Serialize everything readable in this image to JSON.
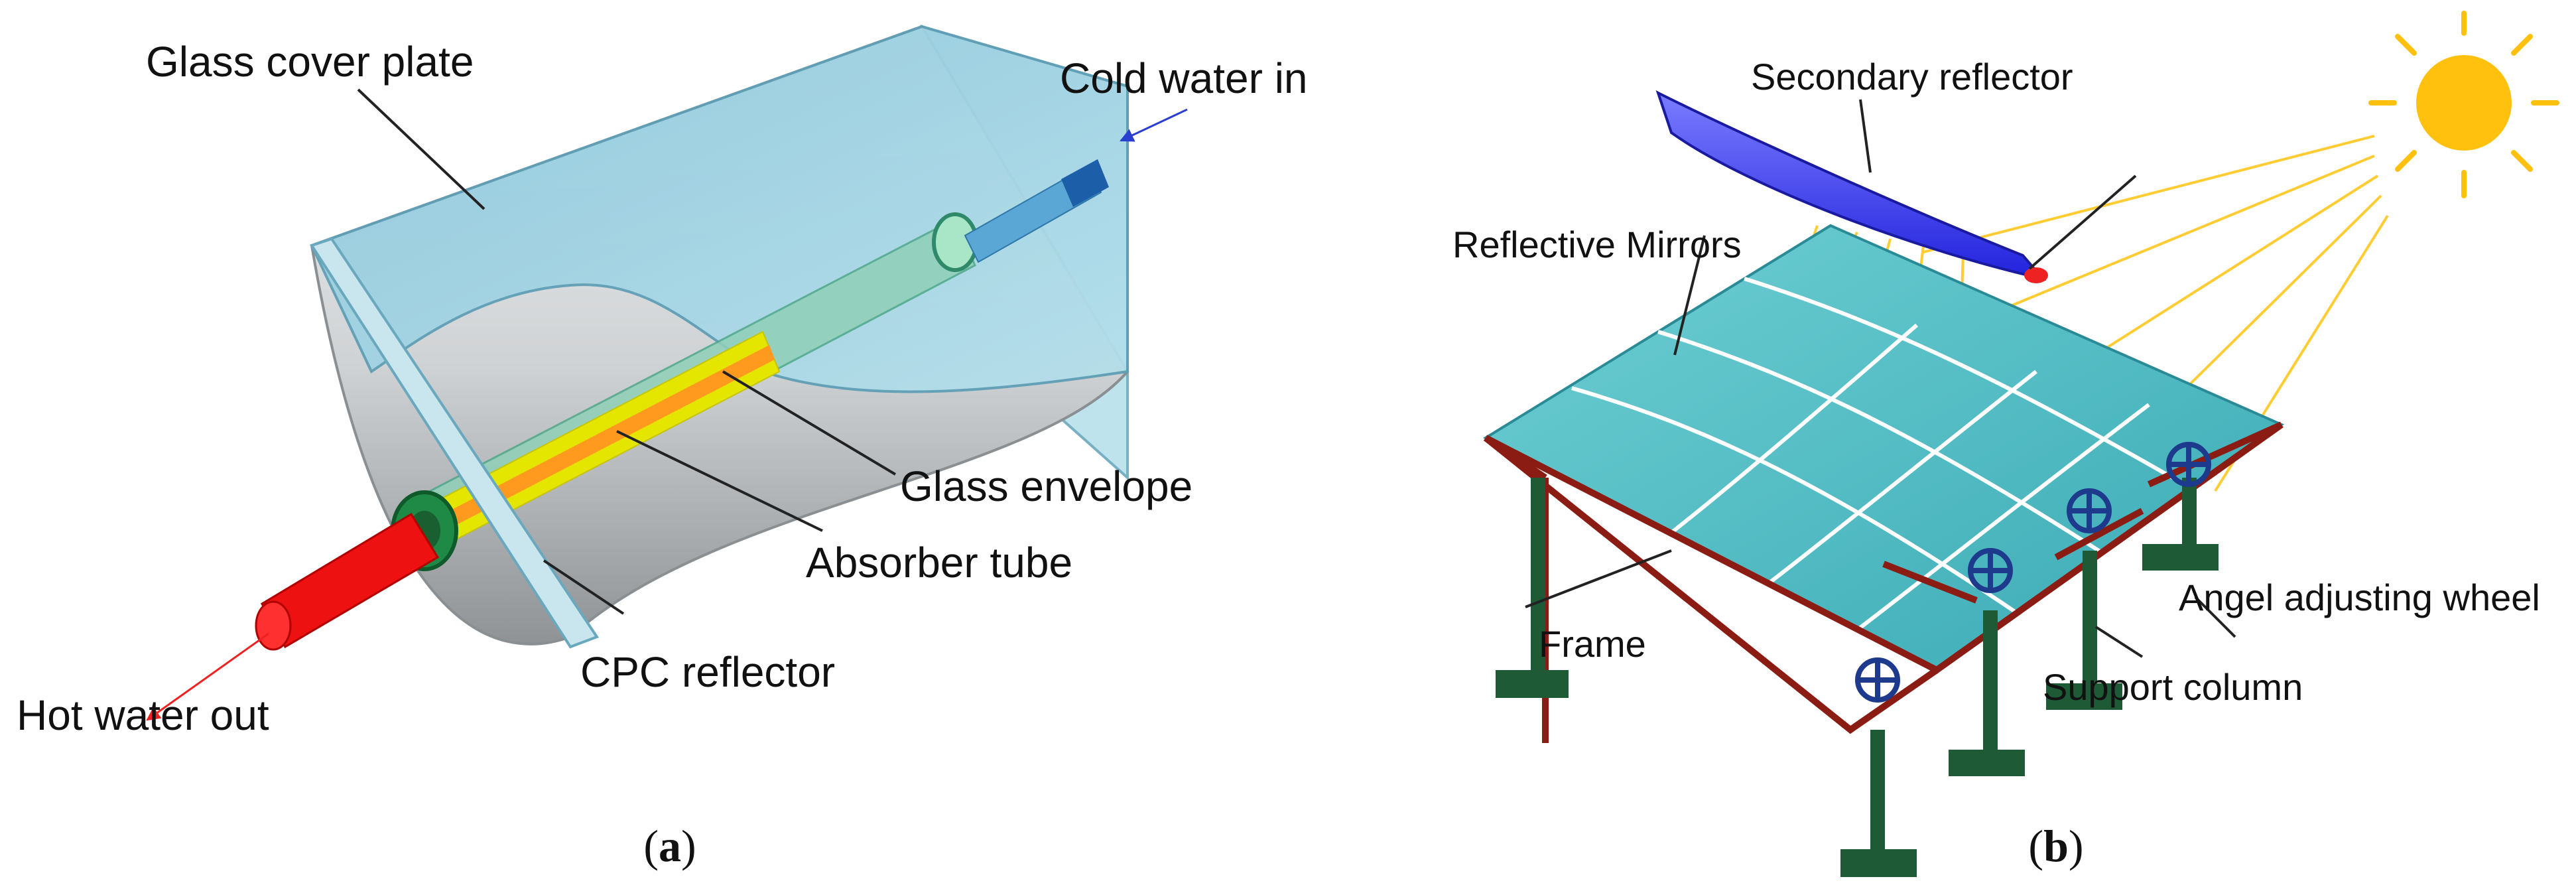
{
  "panel_a": {
    "labels": {
      "glass_cover_plate": "Glass cover plate",
      "cold_water_in": "Cold water in",
      "glass_envelope": "Glass envelope",
      "absorber_tube": "Absorber tube",
      "cpc_reflector": "CPC reflector",
      "hot_water_out": "Hot water out"
    },
    "caption": {
      "open": "(",
      "letter": "a",
      "close": ")"
    }
  },
  "panel_b": {
    "labels": {
      "secondary_reflector": "Secondary reflector",
      "reflective_mirrors": "Reflective Mirrors",
      "frame": "Frame",
      "support_column": "Support column",
      "angle_adjusting_wheel": "Angel adjusting wheel"
    },
    "caption": {
      "open": "(",
      "letter": "b",
      "close": ")"
    }
  },
  "colors": {
    "glass": "#9fd3e3",
    "cpc_reflector": "#d4d6d8",
    "absorber_yellow": "#e4e600",
    "absorber_orange": "#ff9a1e",
    "hot_pipe": "#ee1111",
    "cold_pipe": "#1d5ea8",
    "mirror": "#5fc6cc",
    "frame": "#8a1c14",
    "column": "#1d5a35",
    "wheel": "#1d3a8c",
    "secondary_reflector": "#3333ff",
    "sun": "#ffc10e",
    "sun_ray": "#ffcc33"
  },
  "icons": [
    "sun-icon",
    "angle-adjusting-wheel-icon"
  ]
}
